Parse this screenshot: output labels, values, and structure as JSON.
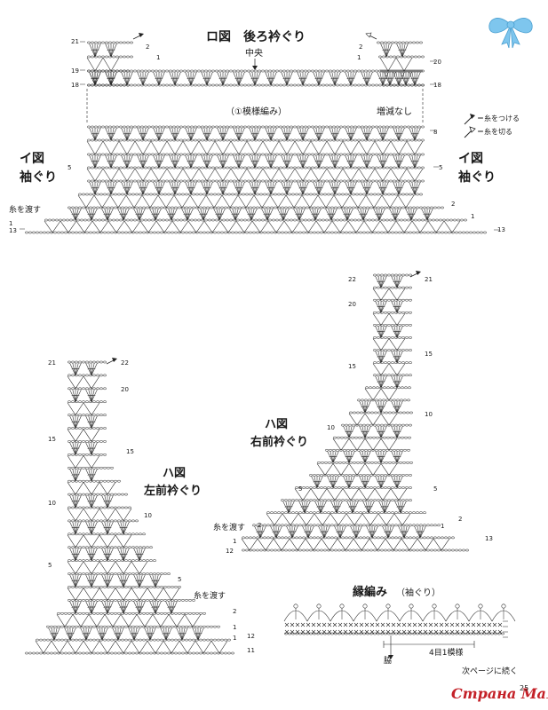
{
  "titles": {
    "back_neck": "ロ図　後ろ衿ぐり",
    "center": "中央",
    "pattern_note": "（①模様編み）",
    "no_change": "増減なし",
    "sleeve_title": "イ図",
    "sleeve_sub": "袖ぐり",
    "right_front": "ハ図",
    "right_front_sub": "右前衿ぐり",
    "left_front": "ハ図",
    "left_front_sub": "左前衿ぐり",
    "edging": "縁編み",
    "edging_sub": "（袖ぐり）",
    "repeat": "4目1模様",
    "underarm": "脇",
    "continued": "次ページに続く",
    "page_no": "25",
    "watermark": "Страна Мам",
    "thread_cross": "糸を渡す"
  },
  "legend": {
    "attach": "＝糸をつける",
    "cut": "＝糸を切る"
  },
  "row_numbers": {
    "back_left": [
      "21",
      "19",
      "18",
      "5",
      "1",
      "13"
    ],
    "back_right": [
      "2",
      "1",
      "20",
      "18",
      "8",
      "5",
      "2",
      "1",
      "13"
    ],
    "back_top_left": "2",
    "back_top_left2": "1",
    "right_front": [
      "22",
      "21",
      "20",
      "15",
      "15",
      "10",
      "10",
      "5",
      "5",
      "2",
      "1",
      "12",
      "1",
      "2",
      "13"
    ],
    "left_front": [
      "21",
      "22",
      "20",
      "15",
      "15",
      "10",
      "10",
      "5",
      "5",
      "2",
      "1",
      "12",
      "11",
      "1"
    ]
  },
  "icons": {
    "attach": "filled-triangle-arrow-icon",
    "cut": "outline-triangle-arrow-icon",
    "watermark_bow": "blue-bow-icon"
  },
  "colors": {
    "line": "#222222",
    "bow": "#7ec6ee",
    "watermark": "#c42128"
  }
}
